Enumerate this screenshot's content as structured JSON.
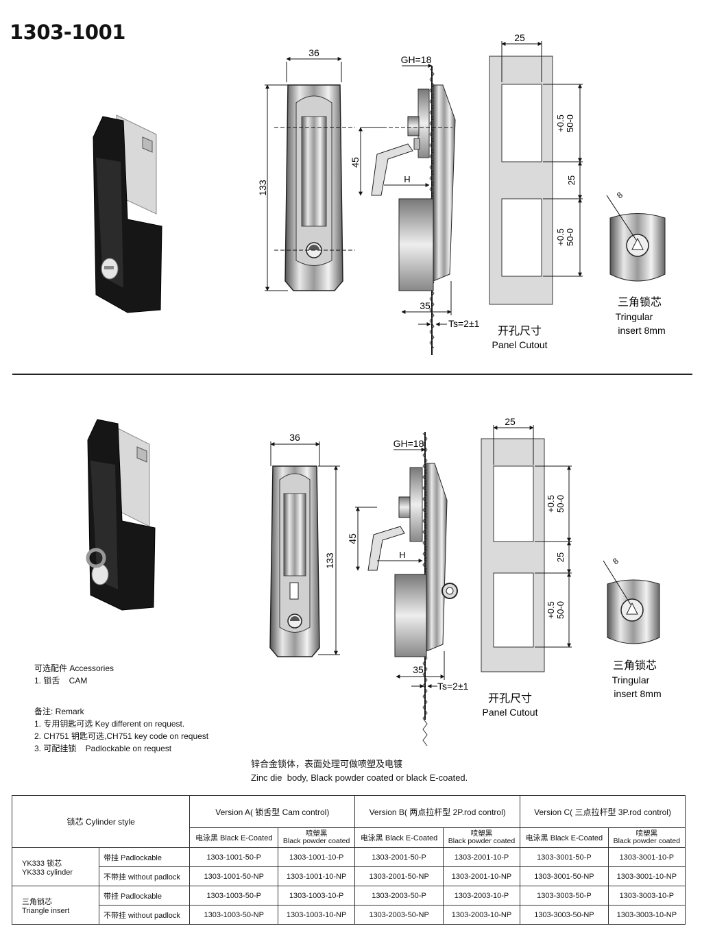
{
  "title": "1303-1001",
  "dims": {
    "width": "36",
    "height": "133",
    "gh": "GH=18",
    "h": "H",
    "d45": "45",
    "d35": "35",
    "ts": "Ts=2±1",
    "cut_width": "25",
    "cut_gap": "25",
    "cut_tol": "+0.5",
    "cut_len": "50-0",
    "tri_size": "8"
  },
  "labels": {
    "panel_cutout_cn": "开孔尺寸",
    "panel_cutout_en": "Panel Cutout",
    "insert_cn": "三角锁芯",
    "insert_en1": "Tringular",
    "insert_en2": "insert 8mm"
  },
  "accessories": {
    "heading": "可选配件 Accessories",
    "item1": "1. 锁舌    CAM"
  },
  "remark": {
    "heading": "备注: Remark",
    "items": [
      "1. 专用钥匙可选 Key different on request.",
      "2. CH751 钥匙可选,CH751 key code on request",
      "3. 可配挂锁    Padlockable on request"
    ]
  },
  "material": {
    "cn": "锌合金锁体，表面处理可做喷塑及电镀",
    "en": "Zinc die  body, Black powder coated or black E-coated."
  },
  "table": {
    "cylinder_style": "锁芯 Cylinder style",
    "versions": [
      "Version A( 锁舌型 Cam control)",
      "Version B( 两点拉杆型 2P.rod control)",
      "Version C( 三点拉杆型 3P.rod control)"
    ],
    "finish_e": "电泳黑 Black E-Coated",
    "finish_p_cn": "喷塑黑",
    "finish_p_en": "Black powder coated",
    "groups": [
      {
        "name_cn": "YK333 锁芯",
        "name_en": "YK333 cylinder",
        "rows": [
          {
            "option": "带挂 Padlockable",
            "codes": [
              "1303-1001-50-P",
              "1303-1001-10-P",
              "1303-2001-50-P",
              "1303-2001-10-P",
              "1303-3001-50-P",
              "1303-3001-10-P"
            ]
          },
          {
            "option": "不带挂 without padlock",
            "codes": [
              "1303-1001-50-NP",
              "1303-1001-10-NP",
              "1303-2001-50-NP",
              "1303-2001-10-NP",
              "1303-3001-50-NP",
              "1303-3001-10-NP"
            ]
          }
        ]
      },
      {
        "name_cn": "三角锁芯",
        "name_en": "Triangle insert",
        "rows": [
          {
            "option": "带挂 Padlockable",
            "codes": [
              "1303-1003-50-P",
              "1303-1003-10-P",
              "1303-2003-50-P",
              "1303-2003-10-P",
              "1303-3003-50-P",
              "1303-3003-10-P"
            ]
          },
          {
            "option": "不带挂 without padlock",
            "codes": [
              "1303-1003-50-NP",
              "1303-1003-10-NP",
              "1303-2003-50-NP",
              "1303-2003-10-NP",
              "1303-3003-50-NP",
              "1303-3003-10-NP"
            ]
          }
        ]
      }
    ]
  }
}
